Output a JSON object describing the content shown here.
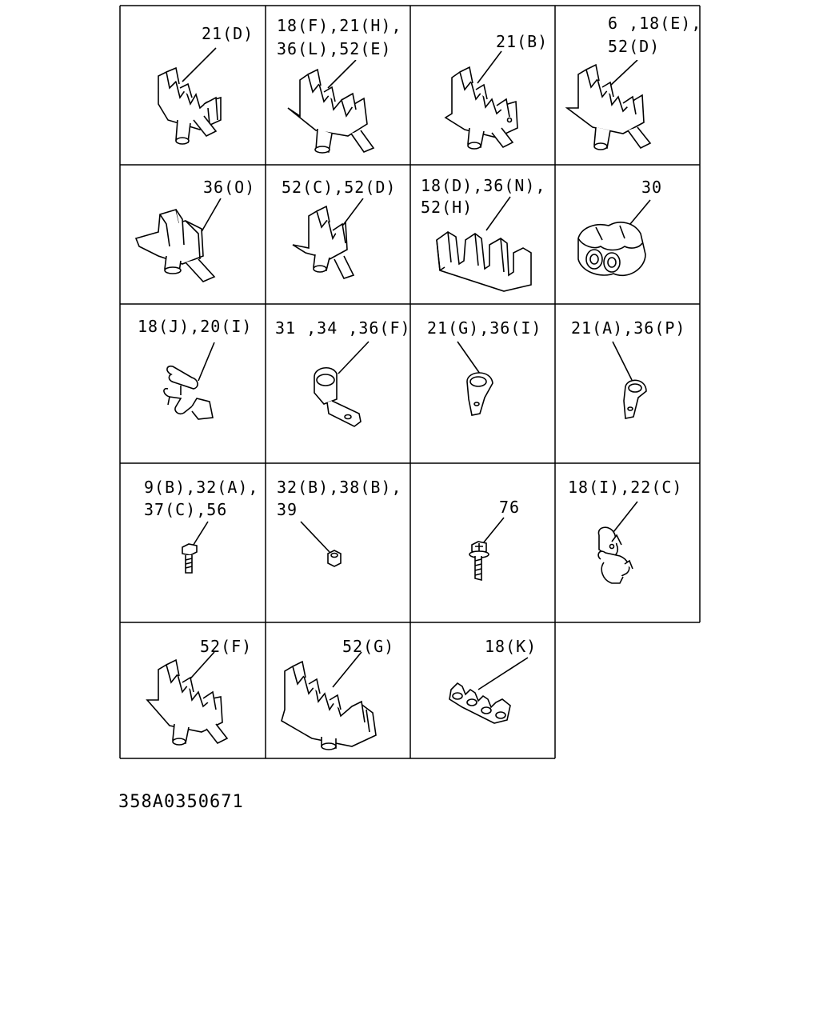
{
  "cells": [
    {
      "id": "r1c1",
      "lines": [
        "21(D)"
      ],
      "icon": "triple-clip-icon"
    },
    {
      "id": "r1c2",
      "lines": [
        "18(F),21(H),",
        "36(L),52(E)"
      ],
      "icon": "triple-clip-icon"
    },
    {
      "id": "r1c3",
      "lines": [
        "21(B)"
      ],
      "icon": "triple-clip-icon"
    },
    {
      "id": "r1c4",
      "lines": [
        "6 ,18(E),",
        "52(D)"
      ],
      "icon": "triple-clip-icon"
    },
    {
      "id": "r2c1",
      "lines": [
        "36(O)"
      ],
      "icon": "single-clip-icon"
    },
    {
      "id": "r2c2",
      "lines": [
        "52(C),52(D)"
      ],
      "icon": "single-clip-icon"
    },
    {
      "id": "r2c3",
      "lines": [
        "18(D),36(N),",
        "52(H)"
      ],
      "icon": "grommet-comb-icon"
    },
    {
      "id": "r2c4",
      "lines": [
        "30"
      ],
      "icon": "rubber-grommet-icon"
    },
    {
      "id": "r3c1",
      "lines": [
        "18(J),20(I)"
      ],
      "icon": "spring-clip-icon"
    },
    {
      "id": "r3c2",
      "lines": [
        "31 ,34 ,36(F)"
      ],
      "icon": "pipe-clamp-icon"
    },
    {
      "id": "r3c3",
      "lines": [
        "21(G),36(I)"
      ],
      "icon": "p-clamp-icon"
    },
    {
      "id": "r3c4",
      "lines": [
        "21(A),36(P)"
      ],
      "icon": "p-clamp-small-icon"
    },
    {
      "id": "r4c1",
      "lines": [
        "9(B),32(A),",
        "37(C),56"
      ],
      "icon": "bolt-icon"
    },
    {
      "id": "r4c2",
      "lines": [
        "32(B),38(B),",
        "39"
      ],
      "icon": "nut-icon"
    },
    {
      "id": "r4c3",
      "lines": [
        "76"
      ],
      "icon": "flange-bolt-icon"
    },
    {
      "id": "r4c4",
      "lines": [
        "18(I),22(C)"
      ],
      "icon": "double-clamp-icon"
    },
    {
      "id": "r5c1",
      "lines": [
        "52(F)"
      ],
      "icon": "triple-clip-icon"
    },
    {
      "id": "r5c2",
      "lines": [
        "52(G)"
      ],
      "icon": "quad-clip-icon"
    },
    {
      "id": "r5c3",
      "lines": [
        "18(K)"
      ],
      "icon": "small-triple-clip-icon"
    }
  ],
  "figure_code": "358A0350671"
}
